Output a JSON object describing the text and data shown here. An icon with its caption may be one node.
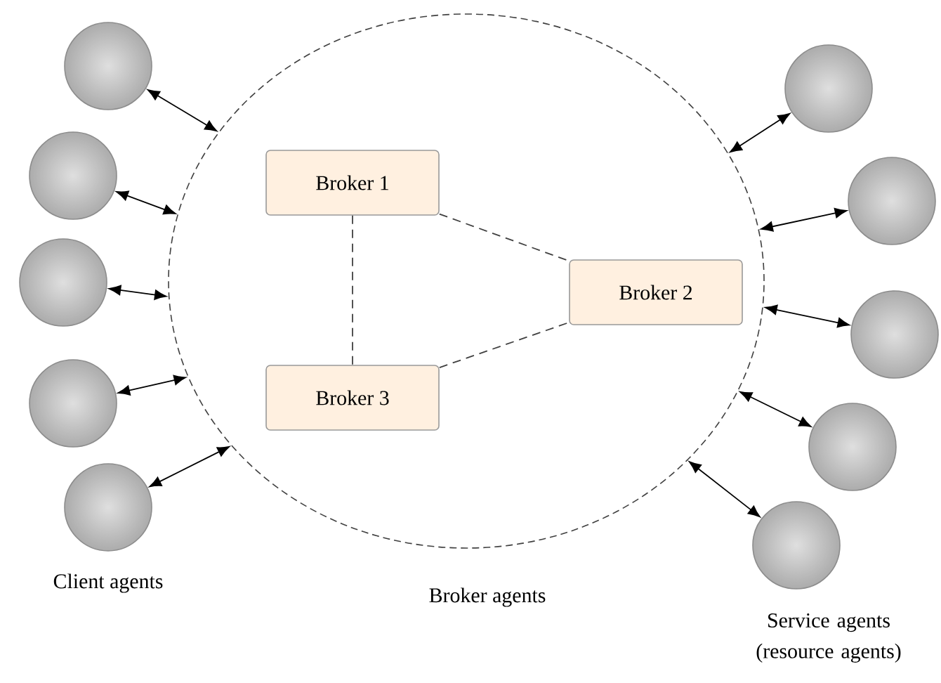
{
  "diagram": {
    "nodes": [
      {
        "text": [],
        "shape": "circle"
      },
      {
        "text": [
          "Broker 1"
        ],
        "in": 0
      },
      {
        "text": [
          "Broker 2"
        ],
        "in": 0
      },
      {
        "text": [
          "Broker 3"
        ],
        "in": 0
      },
      {
        "text": [],
        "shape": "circle"
      },
      {
        "text": [],
        "shape": "circle"
      },
      {
        "text": [],
        "shape": "circle"
      },
      {
        "text": [],
        "shape": "circle"
      },
      {
        "text": [],
        "shape": "circle"
      },
      {
        "text": [],
        "shape": "circle"
      },
      {
        "text": [],
        "shape": "circle"
      },
      {
        "text": [],
        "shape": "circle"
      },
      {
        "text": [],
        "shape": "circle"
      },
      {
        "text": [],
        "shape": "circle"
      }
    ],
    "edges": [
      {
        "from": 1,
        "to": 3,
        "arrow": "none",
        "style": "dashed"
      },
      {
        "from": 1,
        "to": 2,
        "arrow": "none",
        "style": "dashed"
      },
      {
        "from": 3,
        "to": 2,
        "arrow": "none",
        "style": "dashed"
      },
      {
        "from": 4,
        "to": 0,
        "arrow": "both"
      },
      {
        "from": 5,
        "to": 0,
        "arrow": "both"
      },
      {
        "from": 6,
        "to": 0,
        "arrow": "both"
      },
      {
        "from": 7,
        "to": 0,
        "arrow": "both"
      },
      {
        "from": 8,
        "to": 0,
        "arrow": "both"
      },
      {
        "from": 9,
        "to": 0,
        "arrow": "both"
      },
      {
        "from": 10,
        "to": 0,
        "arrow": "both"
      },
      {
        "from": 11,
        "to": 0,
        "arrow": "both"
      },
      {
        "from": 12,
        "to": 0,
        "arrow": "both"
      },
      {
        "from": 13,
        "to": 0,
        "arrow": "both"
      }
    ],
    "labels": [
      "Client agents",
      "Broker agents",
      "Service agents (resource agents)"
    ]
  }
}
